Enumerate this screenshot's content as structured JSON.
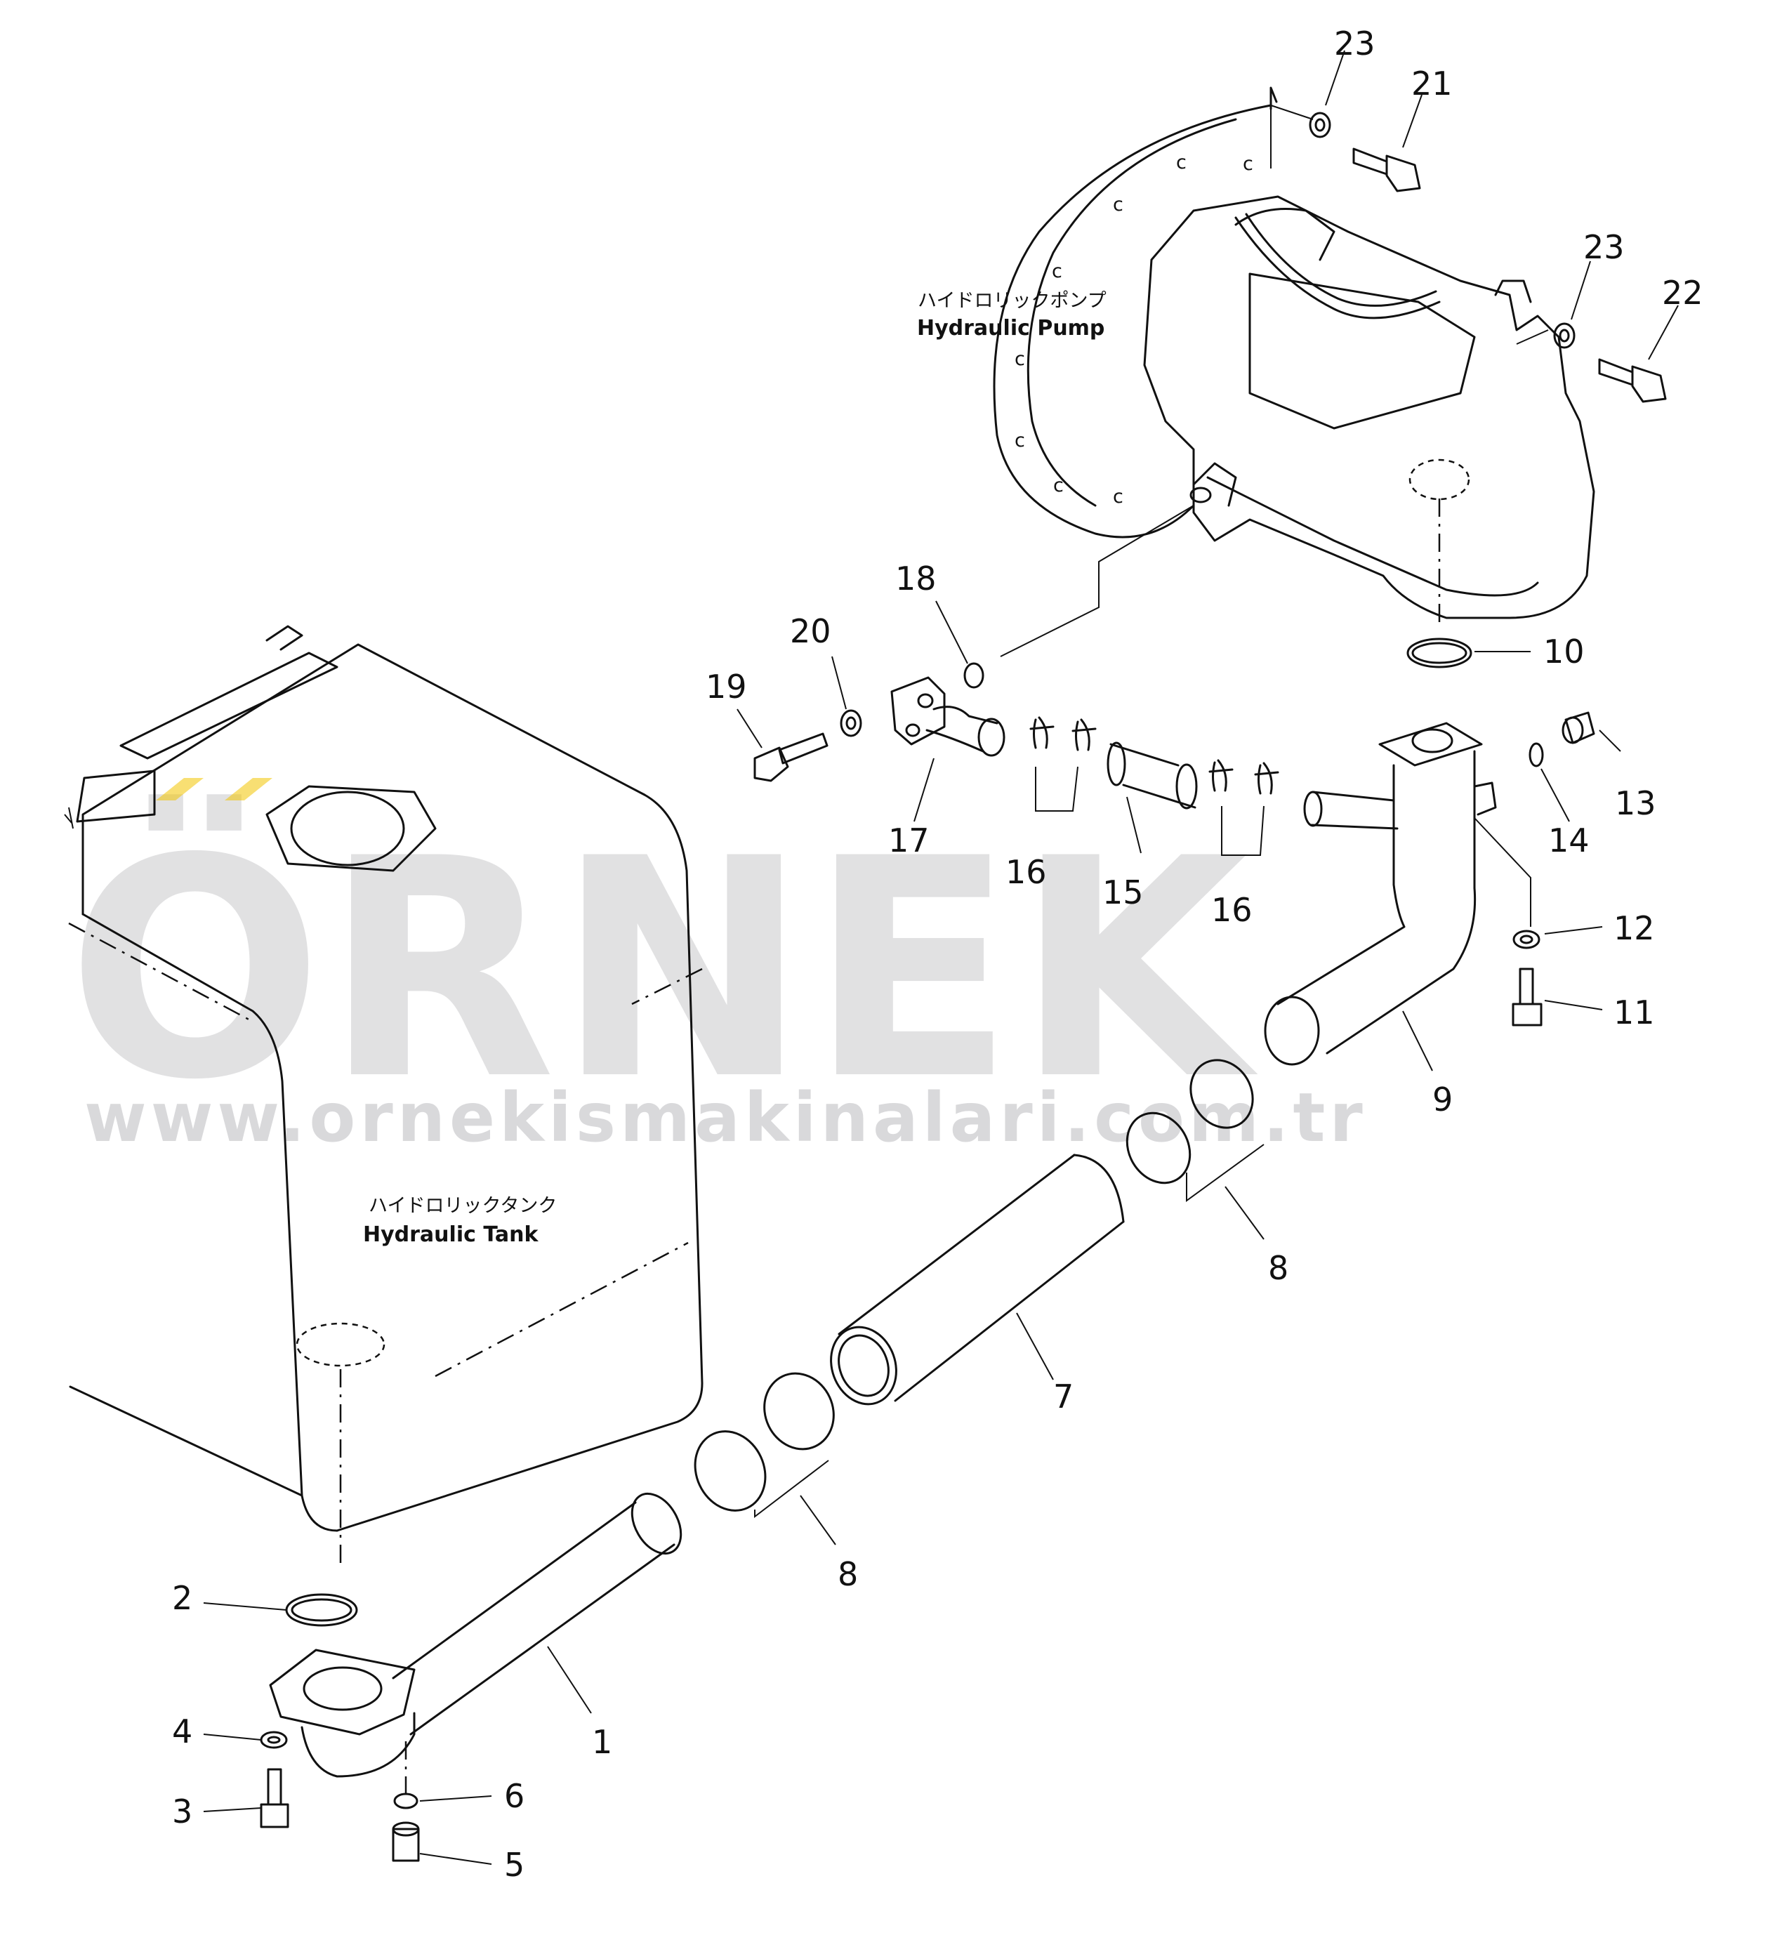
{
  "labels": {
    "pump_jp": "ハイドロリックポンプ",
    "pump_en": "Hydraulic  Pump",
    "tank_jp": "ハイドロリックタンク",
    "tank_en": "Hydraulic  Tank"
  },
  "watermark": {
    "brand": "ÖRNEK",
    "url": "www.ornekismakinalari.com.tr",
    "color": "#c9c9cc",
    "accent": "#f2c500"
  },
  "callouts": [
    {
      "id": "c23a",
      "text": "23"
    },
    {
      "id": "c21",
      "text": "21"
    },
    {
      "id": "c23b",
      "text": "23"
    },
    {
      "id": "c22",
      "text": "22"
    },
    {
      "id": "c18",
      "text": "18"
    },
    {
      "id": "c20",
      "text": "20"
    },
    {
      "id": "c19",
      "text": "19"
    },
    {
      "id": "c10",
      "text": "10"
    },
    {
      "id": "c13",
      "text": "13"
    },
    {
      "id": "c14",
      "text": "14"
    },
    {
      "id": "c17",
      "text": "17"
    },
    {
      "id": "c16a",
      "text": "16"
    },
    {
      "id": "c15",
      "text": "15"
    },
    {
      "id": "c16b",
      "text": "16"
    },
    {
      "id": "c12",
      "text": "12"
    },
    {
      "id": "c11",
      "text": "11"
    },
    {
      "id": "c9",
      "text": "9"
    },
    {
      "id": "c8a",
      "text": "8"
    },
    {
      "id": "c7",
      "text": "7"
    },
    {
      "id": "c8b",
      "text": "8"
    },
    {
      "id": "c2",
      "text": "2"
    },
    {
      "id": "c1",
      "text": "1"
    },
    {
      "id": "c4",
      "text": "4"
    },
    {
      "id": "c6",
      "text": "6"
    },
    {
      "id": "c3",
      "text": "3"
    },
    {
      "id": "c5",
      "text": "5"
    }
  ]
}
